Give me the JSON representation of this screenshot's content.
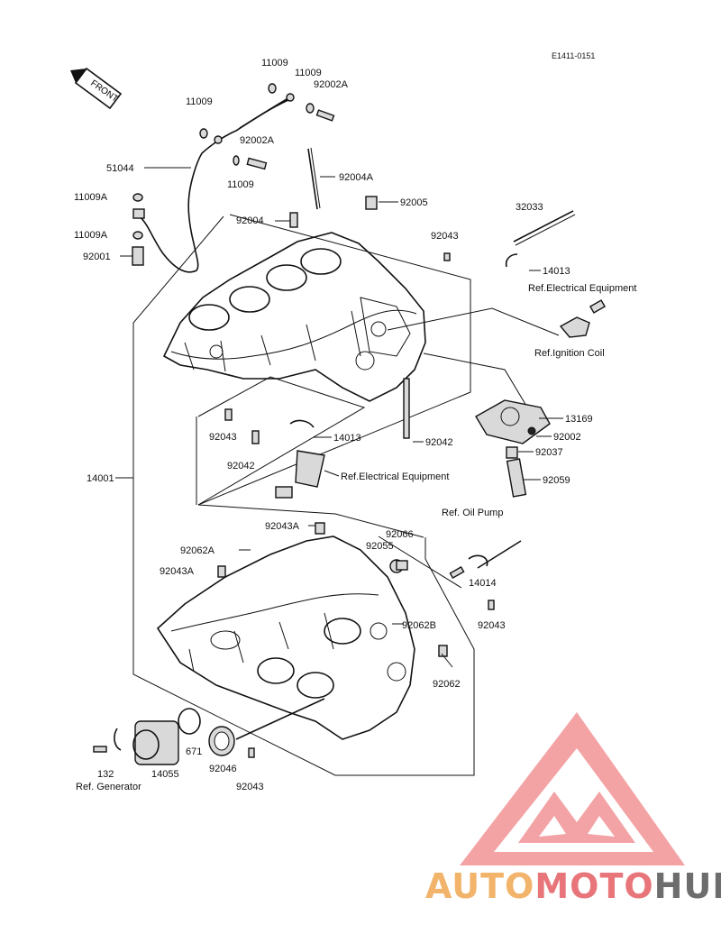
{
  "diagram": {
    "code": "E1411-0151",
    "front_label": "FRONT",
    "labels": {
      "l11009_a": "11009",
      "l11009_b": "11009",
      "l92002A_a": "92002A",
      "l11009_c": "11009",
      "l92002A_b": "92002A",
      "l11009_d": "11009",
      "l51044": "51044",
      "l11009A_a": "11009A",
      "l11009A_b": "11009A",
      "l92001": "92001",
      "l92004A": "92004A",
      "l92005": "92005",
      "l92004": "92004",
      "l92043_top": "92043",
      "l32033": "32033",
      "l14013_top": "14013",
      "ref_elec_1": "Ref.Electrical Equipment",
      "ref_ign": "Ref.Ignition Coil",
      "l13169": "13169",
      "l92002": "92002",
      "l92037": "92037",
      "l92059": "92059",
      "l92043_mid": "92043",
      "l14013_mid": "14013",
      "l92042_right": "92042",
      "l92042_left": "92042",
      "ref_elec_2": "Ref.Electrical Equipment",
      "l14001": "14001",
      "ref_oil": "Ref. Oil Pump",
      "l92043A_top": "92043A",
      "l92066": "92066",
      "l92055": "92055",
      "l92062A": "92062A",
      "l92043A_left": "92043A",
      "l14014": "14014",
      "l92062B": "92062B",
      "l92043_lowright": "92043",
      "l92062": "92062",
      "l671": "671",
      "l132": "132",
      "ref_gen": "Ref. Generator",
      "l14055": "14055",
      "l92046": "92046",
      "l92043_bottom": "92043"
    }
  },
  "watermark": {
    "part1": "AUTO",
    "part2": "MOTO",
    "part3": "HUB",
    "color1": "#f2b36a",
    "color2": "#e8757a",
    "color3": "#6d6d6d",
    "logo_color": "#ee6f73"
  }
}
